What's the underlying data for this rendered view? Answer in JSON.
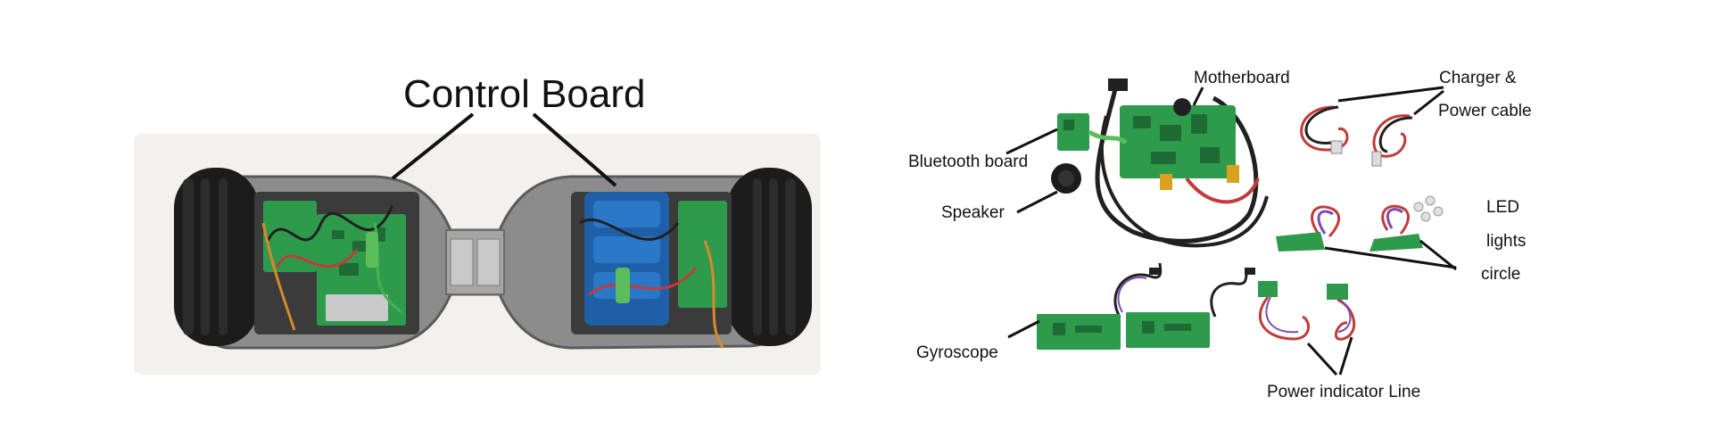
{
  "left_panel": {
    "title": "Control Board"
  },
  "right_panel": {
    "labels": {
      "motherboard": "Motherboard",
      "charger_line1": "Charger &",
      "charger_line2": "Power cable",
      "bluetooth": "Bluetooth board",
      "speaker": "Speaker",
      "led_line1": "LED",
      "led_line2": "lights",
      "led_line3": "circle",
      "gyroscope": "Gyroscope",
      "power_indicator": "Power indicator Line"
    }
  },
  "colors": {
    "pcb_green": "#2e9a4c",
    "pcb_dark": "#1f6b35",
    "tire": "#1c1c1c",
    "frame": "#8c8c8c",
    "battery_blue": "#1f5fa8",
    "wire_red": "#c23b3b",
    "wire_black": "#202020",
    "label_text": "#111111",
    "leader_line": "#111111"
  }
}
